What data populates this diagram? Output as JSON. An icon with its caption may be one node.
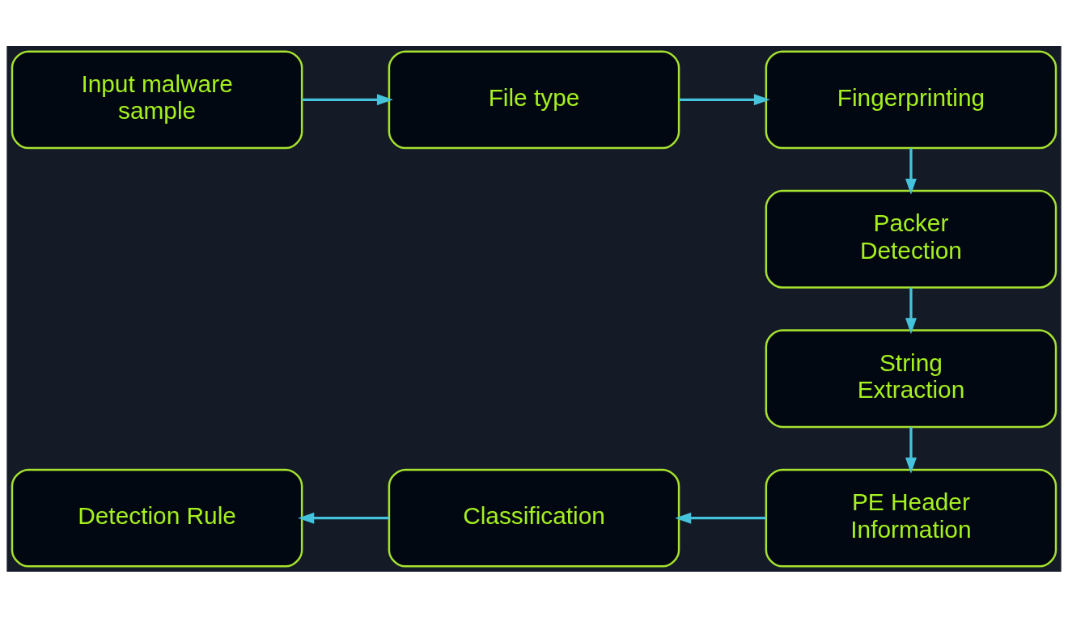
{
  "diagram": {
    "nodes": [
      {
        "text": [
          "Input malware sample"
        ]
      },
      {
        "text": [
          "File type"
        ]
      },
      {
        "text": [
          "Fingerprinting"
        ]
      },
      {
        "text": [
          "Packer Detection"
        ]
      },
      {
        "text": [
          "String Extraction"
        ]
      },
      {
        "text": [
          "PE Header Information"
        ]
      },
      {
        "text": [
          "Classification"
        ]
      },
      {
        "text": [
          "Detection Rule"
        ]
      }
    ],
    "edges": [
      {
        "from": 0,
        "to": 1,
        "arrow": "to"
      },
      {
        "from": 1,
        "to": 2,
        "arrow": "to"
      },
      {
        "from": 2,
        "to": 3,
        "arrow": "to"
      },
      {
        "from": 3,
        "to": 4,
        "arrow": "to"
      },
      {
        "from": 4,
        "to": 5,
        "arrow": "to"
      },
      {
        "from": 5,
        "to": 6,
        "arrow": "to"
      },
      {
        "from": 6,
        "to": 7,
        "arrow": "to"
      }
    ]
  }
}
